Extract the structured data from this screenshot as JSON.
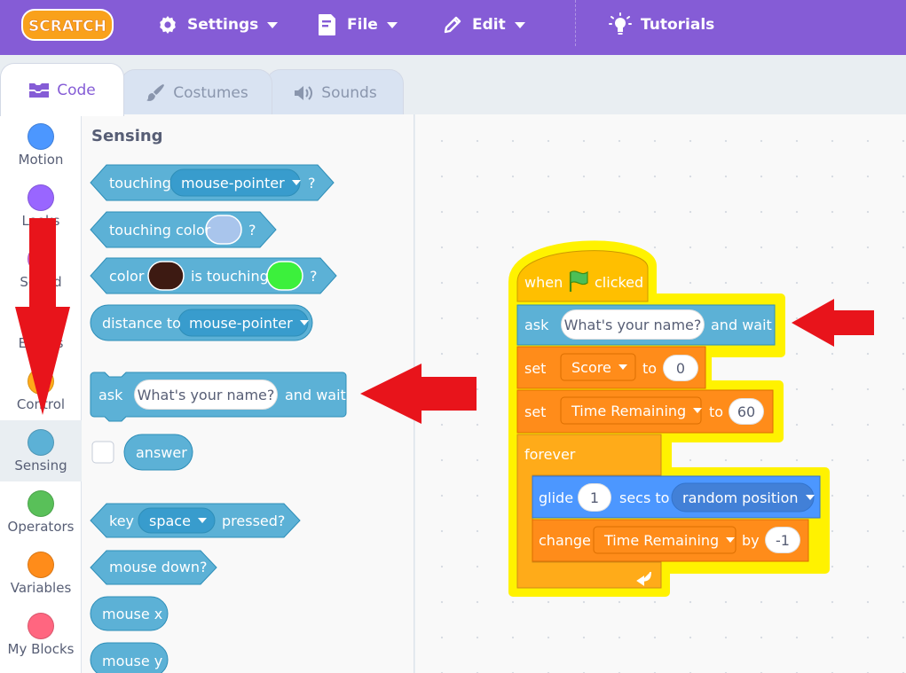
{
  "menubar": {
    "logo_text": "SCRATCH",
    "settings_label": "Settings",
    "file_label": "File",
    "edit_label": "Edit",
    "tutorials_label": "Tutorials"
  },
  "tabs": {
    "code_label": "Code",
    "costumes_label": "Costumes",
    "sounds_label": "Sounds"
  },
  "categories": [
    {
      "label": "Motion",
      "color": "#4c97ff"
    },
    {
      "label": "Looks",
      "color": "#9966ff"
    },
    {
      "label": "Sound",
      "color": "#cf63cf"
    },
    {
      "label": "Events",
      "color": "#ffbf00"
    },
    {
      "label": "Control",
      "color": "#ffab19"
    },
    {
      "label": "Sensing",
      "color": "#5cb1d6"
    },
    {
      "label": "Operators",
      "color": "#59c059"
    },
    {
      "label": "Variables",
      "color": "#ff8c1a"
    },
    {
      "label": "My Blocks",
      "color": "#ff6680"
    }
  ],
  "palette": {
    "title": "Sensing",
    "touching": {
      "label": "touching",
      "menu": "mouse-pointer",
      "q": "?"
    },
    "touching_color": {
      "label": "touching color",
      "q": "?",
      "swatch": "#a9c5ec"
    },
    "color_touching": {
      "label1": "color",
      "label2": "is touching",
      "q": "?",
      "swatch1": "#3d1a12",
      "swatch2": "#3cf03c"
    },
    "distance": {
      "label": "distance to",
      "menu": "mouse-pointer"
    },
    "ask": {
      "label": "ask",
      "input": "What's your name?",
      "tail": "and wait"
    },
    "answer": {
      "label": "answer"
    },
    "key_pressed": {
      "label": "key",
      "menu": "space",
      "tail": "pressed?"
    },
    "mouse_down": {
      "label": "mouse down?"
    },
    "mouse_x": {
      "label": "mouse x"
    },
    "mouse_y": {
      "label": "mouse y"
    }
  },
  "script": {
    "hat": {
      "label1": "when",
      "label2": "clicked"
    },
    "ask": {
      "label": "ask",
      "input": "What's your name?",
      "tail": "and wait"
    },
    "set_score": {
      "label": "set",
      "var": "Score",
      "to": "to",
      "value": "0"
    },
    "set_time": {
      "label": "set",
      "var": "Time Remaining",
      "to": "to",
      "value": "60"
    },
    "forever": {
      "label": "forever"
    },
    "glide": {
      "label": "glide",
      "secs": "1",
      "mid": "secs to",
      "target": "random position"
    },
    "change": {
      "label": "change",
      "var": "Time Remaining",
      "by": "by",
      "value": "-1"
    }
  },
  "colors": {
    "menubar": "#855cd6",
    "sensing": "#5cb1d6",
    "sensing_dark": "#2e8eb8",
    "events": "#ffbf00",
    "control": "#ffab19",
    "variables": "#ff8c1a",
    "motion": "#4c97ff",
    "highlight": "#fff200",
    "arrow": "#e8141b"
  }
}
